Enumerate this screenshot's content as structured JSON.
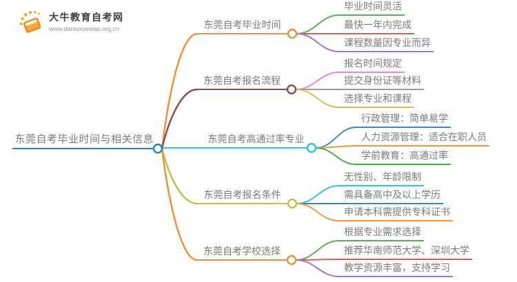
{
  "logo": {
    "title": "大牛教育自考网",
    "url": "www.daniuxuexiao.org.cn",
    "brand_color": "#f59a23"
  },
  "mindmap": {
    "root": {
      "label": "东莞自考毕业时间与相关信息",
      "color": "#2e82c4"
    },
    "branches": [
      {
        "label": "东莞自考毕业时间",
        "color": "#f0923a",
        "leaves": [
          {
            "label": "毕业时间灵活",
            "color": "#55b24e"
          },
          {
            "label": "最快一年内完成",
            "color": "#e25a5a"
          },
          {
            "label": "课程数量因专业而异",
            "color": "#a571d8"
          }
        ]
      },
      {
        "label": "东莞自考报名流程",
        "color": "#8e4c4c",
        "leaves": [
          {
            "label": "报名时间规定",
            "color": "#f083d5"
          },
          {
            "label": "提交身份证等材料",
            "color": "#9c9c9c"
          },
          {
            "label": "选择专业和课程",
            "color": "#c6c84e"
          }
        ]
      },
      {
        "label": "东莞自考高通过率专业",
        "color": "#2fc3ee",
        "leaves": [
          {
            "label": "行政管理：简单易学",
            "color": "#3f87cc"
          },
          {
            "label": "人力资源管理：适合在职人员",
            "color": "#f5953c"
          },
          {
            "label": "学前教育：高通过率",
            "color": "#47ad47"
          }
        ]
      },
      {
        "label": "东莞自考报名条件",
        "color": "#bcc24d",
        "leaves": [
          {
            "label": "无性别、年龄限制",
            "color": "#2fc3ee"
          },
          {
            "label": "需具备高中及以上学历",
            "color": "#3f87cc"
          },
          {
            "label": "申请本科需提供专科证书",
            "color": "#f5953c"
          }
        ]
      },
      {
        "label": "东莞自考学校选择",
        "color": "#f0923a",
        "leaves": [
          {
            "label": "根据专业需求选择",
            "color": "#55b24e"
          },
          {
            "label": "推荐华南师范大学、深圳大学",
            "color": "#e25a5a"
          },
          {
            "label": "教学资源丰富，支持学习",
            "color": "#a571d8"
          }
        ]
      }
    ]
  }
}
